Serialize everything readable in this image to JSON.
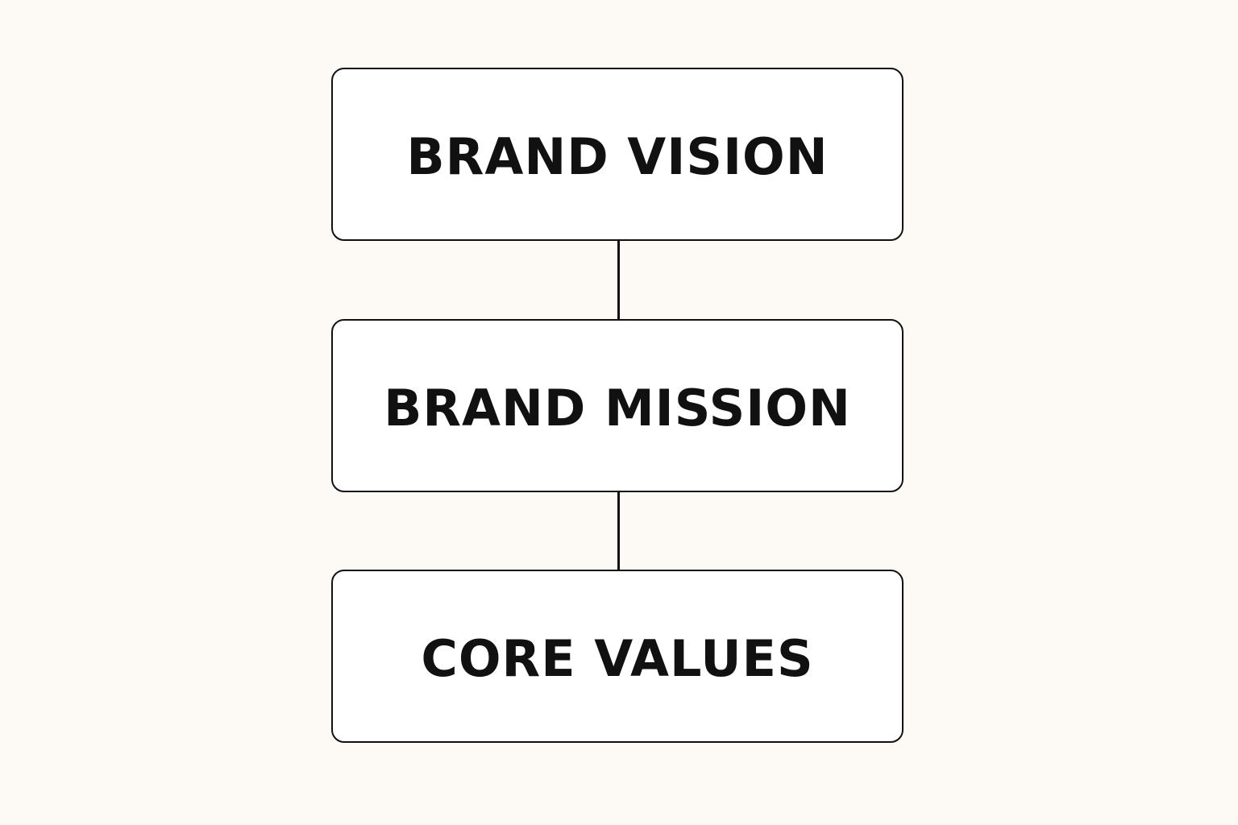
{
  "diagram": {
    "nodes": [
      {
        "label": "BRAND VISION"
      },
      {
        "label": "BRAND MISSION"
      },
      {
        "label": "CORE VALUES"
      }
    ],
    "colors": {
      "background": "#FDFAF6",
      "box_fill": "#FFFFFF",
      "stroke": "#111111",
      "text": "#111111"
    }
  }
}
